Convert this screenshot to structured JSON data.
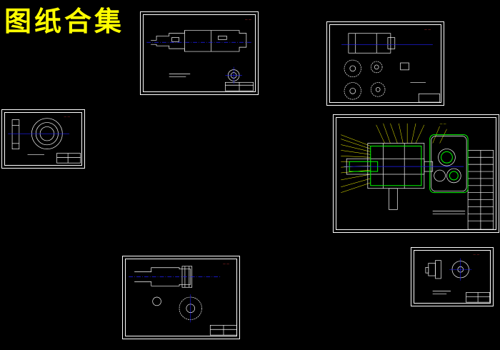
{
  "header": {
    "title": "图纸合集"
  },
  "colors": {
    "background": "#000000",
    "title": "#ffff00",
    "frame": "#ffffff",
    "centerline": "#2020ff",
    "leader": "#ffff00",
    "highlight": "#00ff00"
  },
  "sheets": [
    {
      "id": "shaft-drawing",
      "icon": "shaft-drawing-icon"
    },
    {
      "id": "gear-drawing-top-right",
      "icon": "gear-drawing-icon"
    },
    {
      "id": "bearing-cover-drawing",
      "icon": "bearing-drawing-icon"
    },
    {
      "id": "assembly-drawing",
      "icon": "assembly-drawing-icon"
    },
    {
      "id": "gear-shaft-drawing",
      "icon": "gear-shaft-drawing-icon"
    },
    {
      "id": "flange-drawing",
      "icon": "flange-drawing-icon"
    }
  ]
}
